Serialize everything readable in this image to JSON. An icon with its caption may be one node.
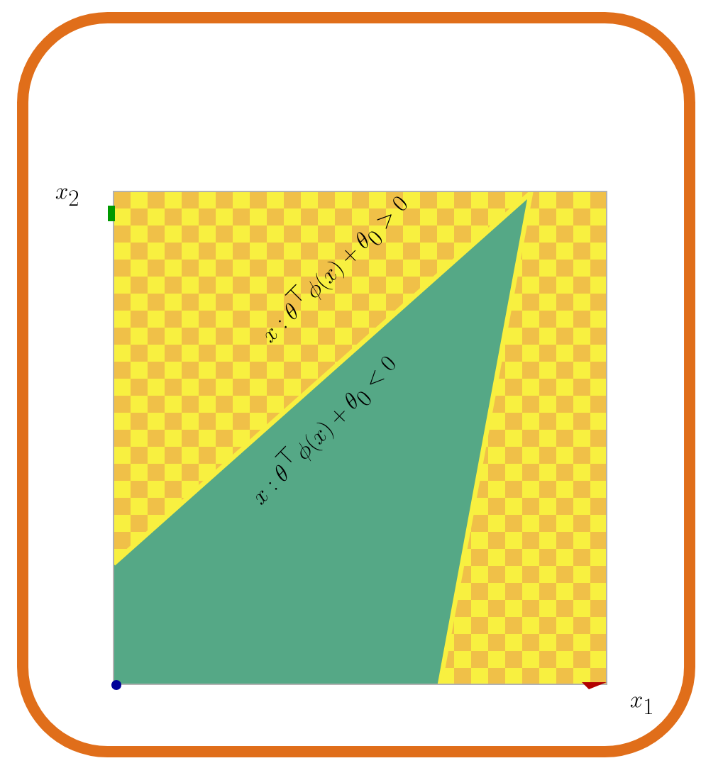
{
  "diagram": {
    "labels": [
      "x_2",
      "x : \\theta^\\top \\phi(x) + \\theta_0 > 0",
      "x : \\theta^\\top \\phi(x) + \\theta_0 < 0",
      "x_1"
    ]
  }
}
